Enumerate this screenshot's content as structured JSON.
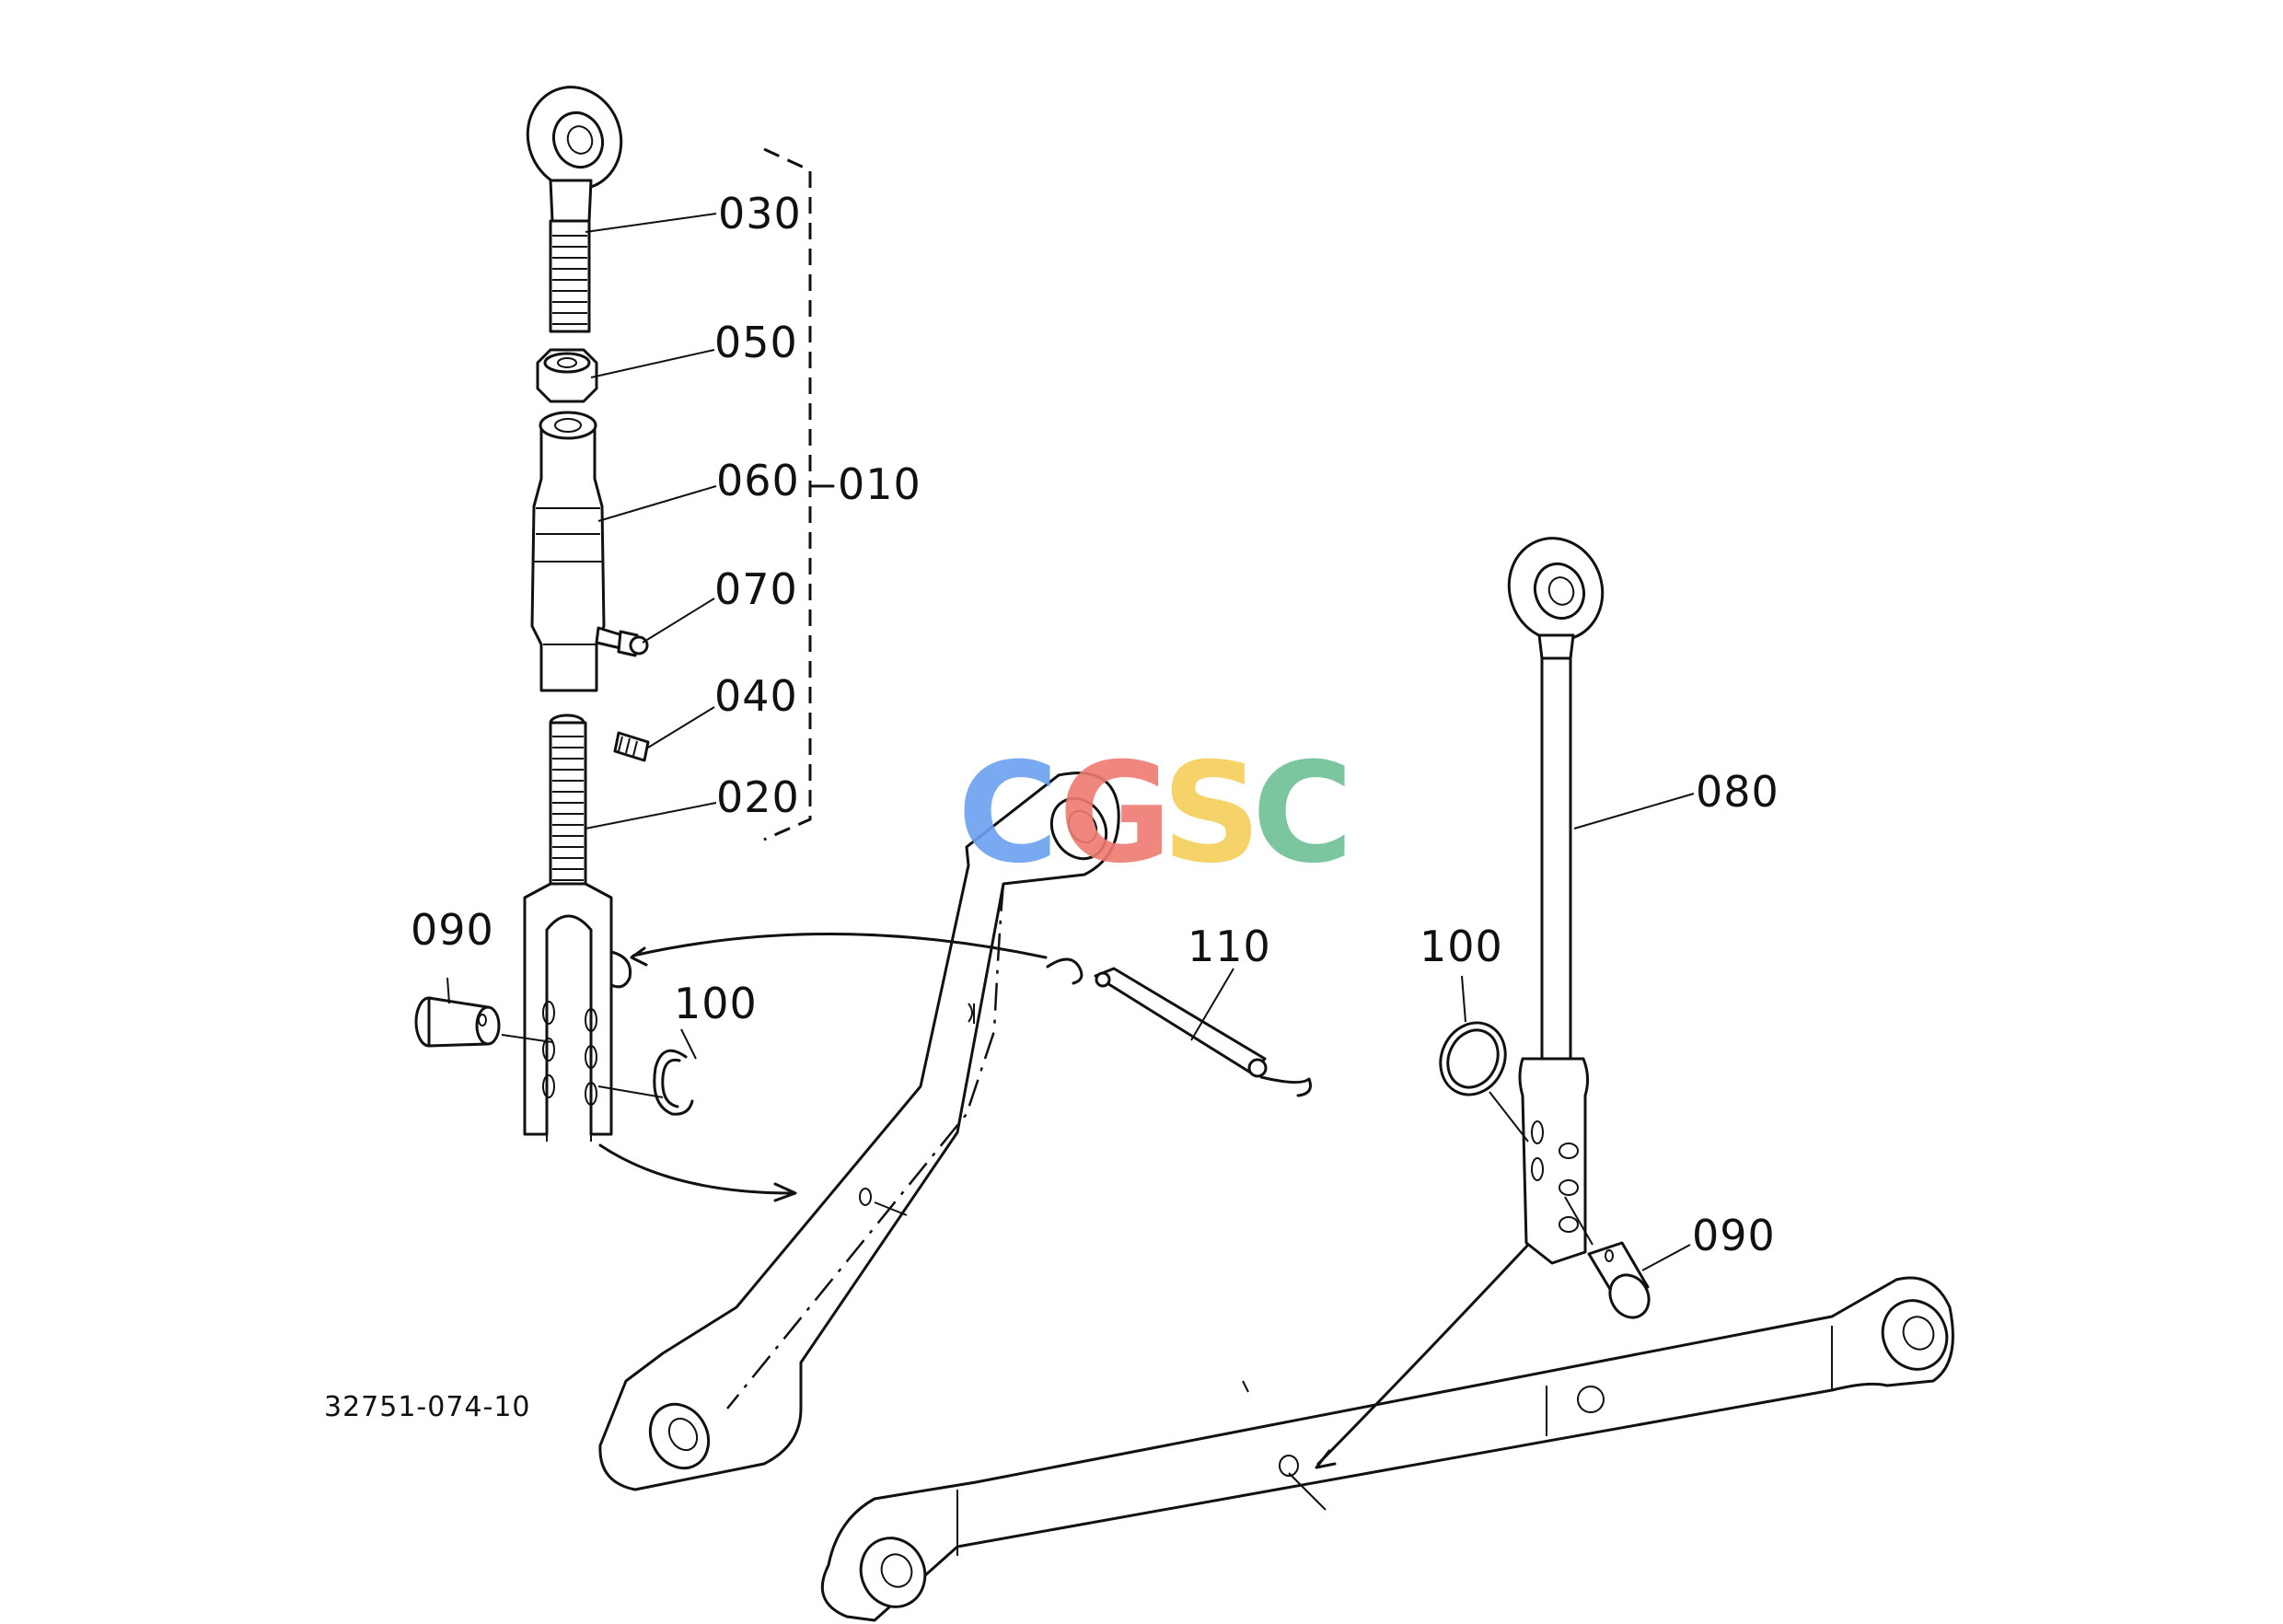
{
  "callouts": {
    "c010": "010",
    "c020": "020",
    "c030": "030",
    "c040": "040",
    "c050": "050",
    "c060": "060",
    "c070": "070",
    "c080": "080",
    "c090_left": "090",
    "c090_right": "090",
    "c100_left": "100",
    "c100_right": "100",
    "c110": "110"
  },
  "drawing_code": "32751-074-10",
  "watermark": {
    "letters": [
      "C",
      "G",
      "S",
      "C"
    ],
    "colors": [
      "#6aa0f0",
      "#ef7b72",
      "#f4cf59",
      "#6dbf95"
    ]
  }
}
